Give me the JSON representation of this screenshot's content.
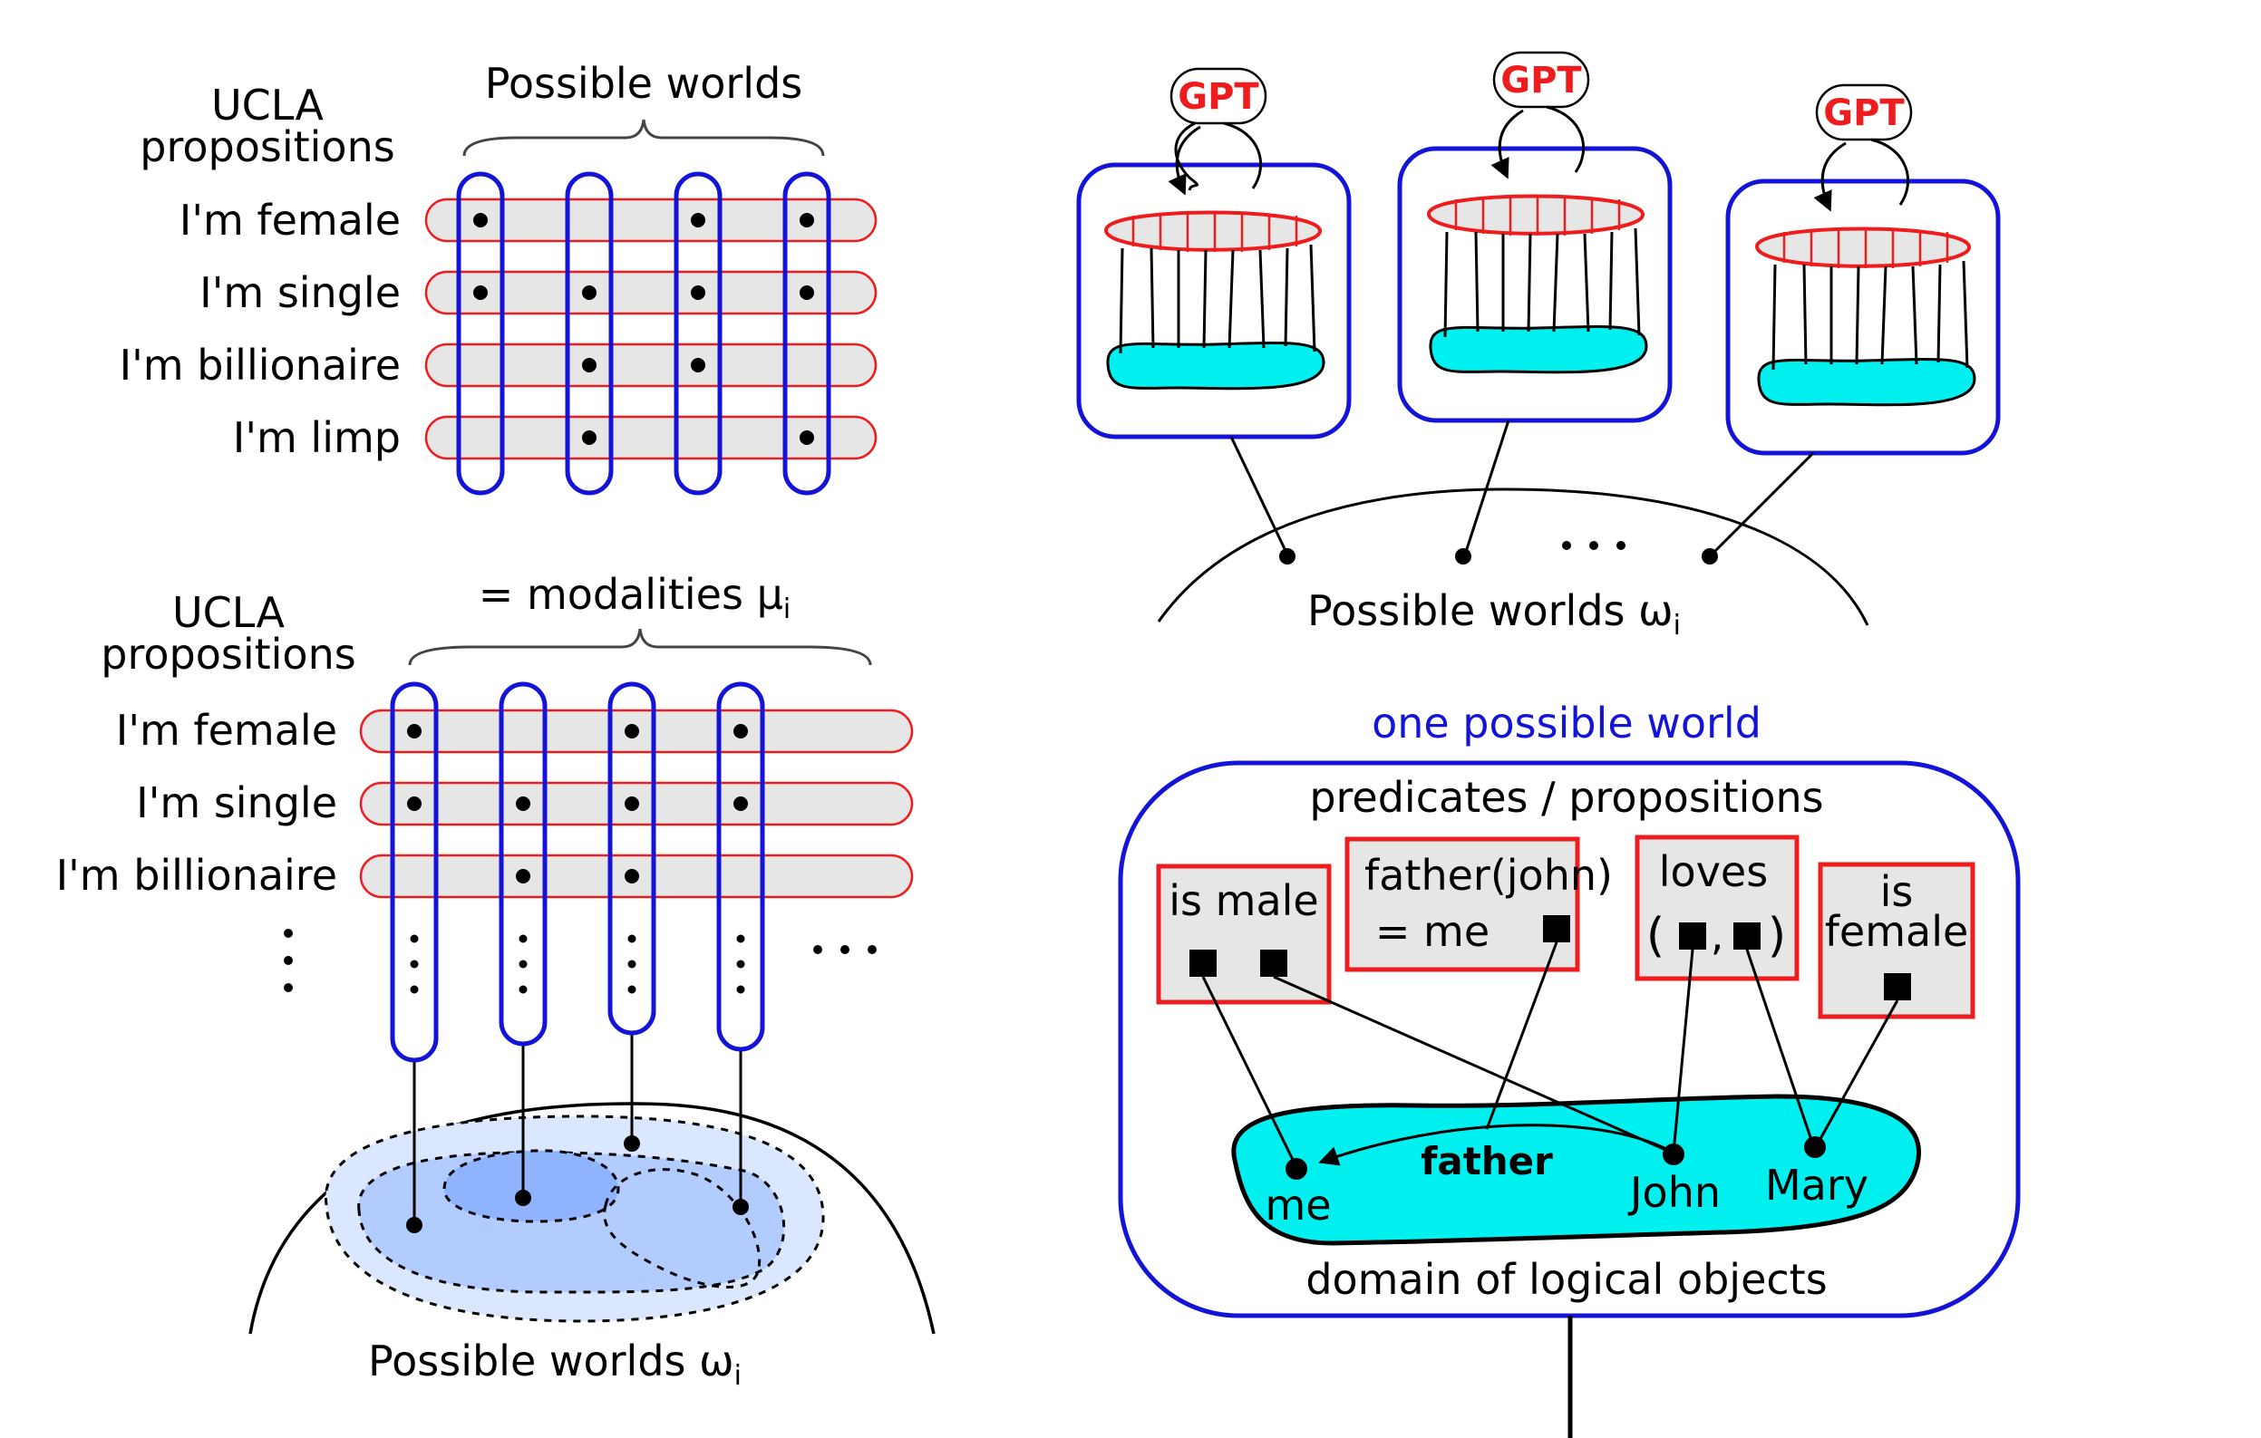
{
  "panel_a": {
    "header_line1": "UCLA",
    "header_line2": "propositions",
    "title": "Possible worlds",
    "rows": [
      "I'm female",
      "I'm single",
      "I'm billionaire",
      "I'm limp"
    ]
  },
  "panel_b": {
    "header_line1": "UCLA",
    "header_line2": "propositions",
    "title_prefix": "= modalities μ",
    "title_sub": "i",
    "rows": [
      "I'm female",
      "I'm single",
      "I'm billionaire"
    ],
    "vdots": "⋮",
    "hdots": "· · ·",
    "footer_prefix": "Possible worlds  ω",
    "footer_sub": "i"
  },
  "panel_c": {
    "gpt_label": "GPT",
    "dots": "· · ·",
    "footer_prefix": "Possible worlds  ω",
    "footer_sub": "i"
  },
  "panel_d": {
    "title": "one possible world",
    "predicates_title": "predicates / propositions",
    "pred_is_male": "is male",
    "pred_father_line1": "father(john)",
    "pred_father_line2": "= me",
    "pred_loves_line1": "loves",
    "pred_loves_open": "(",
    "pred_loves_comma": ",",
    "pred_loves_close": ")",
    "pred_is_female_line1": "is",
    "pred_is_female_line2": "female",
    "obj_me": "me",
    "obj_john": "John",
    "obj_mary": "Mary",
    "arrow_father": "father",
    "domain_title": "domain of logical objects"
  },
  "colors": {
    "blue": "#1414d8",
    "red": "#ee1c1c",
    "cyan": "#00f0f0",
    "gray": "#e6e6e6",
    "light_blue_1": "#dbe6ff",
    "light_blue_2": "#b3ccff",
    "light_blue_3": "#8fb3ff"
  }
}
